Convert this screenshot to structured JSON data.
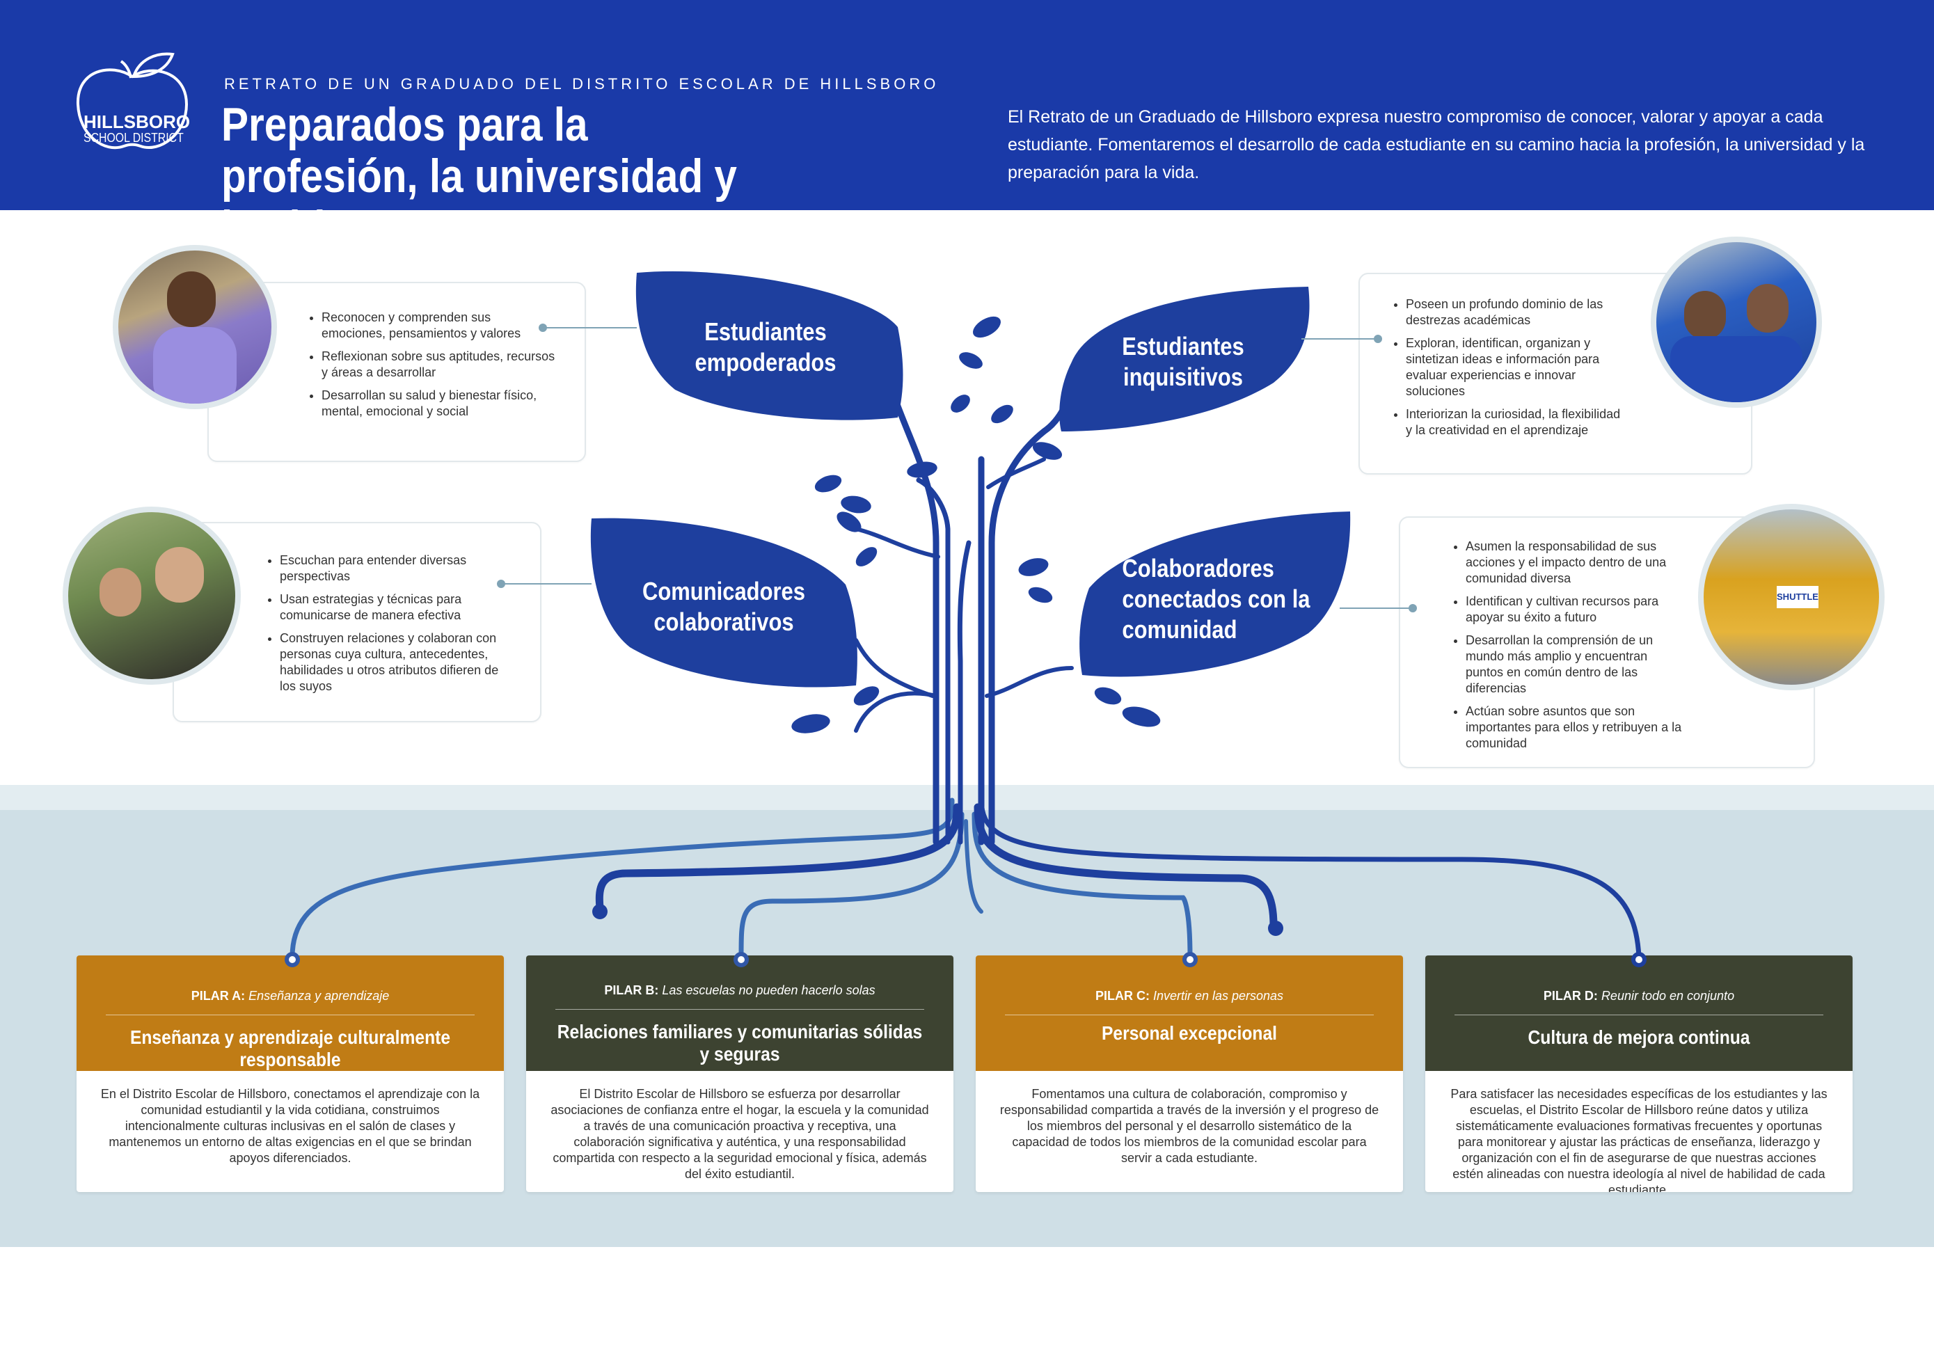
{
  "header": {
    "logo_text_1": "HILLSBORO",
    "logo_text_2": "SCHOOL DISTRICT",
    "kicker": "RETRATO DE UN GRADUADO DEL DISTRITO ESCOLAR DE HILLSBORO",
    "title": "Preparados para la profesión, la universidad y la vida",
    "intro": "El Retrato de un Graduado de Hillsboro expresa nuestro compromiso de conocer, valorar y apoyar a cada estudiante. Fomentaremos el desarrollo de cada estudiante en su camino hacia la profesión, la universidad y la preparación para la vida."
  },
  "colors": {
    "header_blue": "#1a3aa8",
    "leaf_blue": "#1e3f9e",
    "pillar_orange": "#c07c15",
    "pillar_olive": "#3d4331",
    "band": "#cfdfe6"
  },
  "traits": [
    {
      "label": "Estudiantes empoderados",
      "points": [
        "Reconocen y comprenden sus emociones, pensamientos y valores",
        "Reflexionan sobre sus aptitudes, recursos y áreas a desarrollar",
        "Desarrollan su salud y bienestar físico, mental, emocional y social"
      ]
    },
    {
      "label": "Estudiantes inquisitivos",
      "points": [
        "Poseen un profundo dominio de las destrezas académicas",
        "Exploran, identifican, organizan y sintetizan ideas e información para evaluar experiencias e innovar soluciones",
        "Interiorizan la curiosidad, la flexibilidad y la creatividad en el aprendizaje"
      ]
    },
    {
      "label": "Comunicadores colaborativos",
      "points": [
        "Escuchan para entender diversas perspectivas",
        "Usan estrategias y técnicas para comunicarse de manera efectiva",
        "Construyen relaciones y colaboran con personas cuya cultura, antecedentes, habilidades u otros atributos difieren de los suyos"
      ]
    },
    {
      "label": "Colaboradores conectados con la comunidad",
      "points": [
        "Asumen la responsabilidad de sus acciones y el impacto dentro de una comunidad diversa",
        "Identifican y cultivan recursos para apoyar su éxito a futuro",
        "Desarrollan la comprensión de un mundo más amplio y encuentran puntos en común dentro de las diferencias",
        "Actúan sobre asuntos que son importantes para ellos y retribuyen a la comunidad"
      ]
    }
  ],
  "photos": {
    "bus_sign": "SHUTTLE"
  },
  "pillars": [
    {
      "tag": "PILAR A:",
      "subtitle": "Enseñanza y aprendizaje",
      "title": "Enseñanza y aprendizaje culturalmente responsable",
      "body": "En el Distrito Escolar de Hillsboro, conectamos el aprendizaje con la comunidad estudiantil y la vida cotidiana, construimos intencionalmente culturas inclusivas en el salón de clases y mantenemos un entorno de altas exigencias en el que se brindan apoyos diferenciados."
    },
    {
      "tag": "PILAR B:",
      "subtitle": "Las escuelas no pueden hacerlo solas",
      "title": "Relaciones familiares y comunitarias sólidas y seguras",
      "body": "El Distrito Escolar de Hillsboro se esfuerza por desarrollar asociaciones de confianza entre el hogar, la escuela y la comunidad a través de una comunicación proactiva y  receptiva, una colaboración significativa y auténtica, y una responsabilidad compartida con respecto a la seguridad emocional y física, además del éxito estudiantil."
    },
    {
      "tag": "PILAR C:",
      "subtitle": "Invertir en las personas",
      "title": "Personal excepcional",
      "body": "Fomentamos una cultura de colaboración, compromiso y responsabilidad compartida a través de la inversión y el progreso de los miembros del personal y el desarrollo sistemático de la capacidad de todos los miembros de la comunidad escolar para servir a cada estudiante."
    },
    {
      "tag": "PILAR D:",
      "subtitle": "Reunir todo en conjunto",
      "title": "Cultura de mejora continua",
      "body": "Para satisfacer las necesidades específicas de los estudiantes y las escuelas, el Distrito Escolar de Hillsboro reúne datos y utiliza sistemáticamente evaluaciones formativas frecuentes y oportunas para monitorear y ajustar las prácticas de enseñanza, liderazgo y organización con el fin de asegurarse de que nuestras acciones estén alineadas con nuestra ideología al nivel de habilidad de cada estudiante."
    }
  ]
}
